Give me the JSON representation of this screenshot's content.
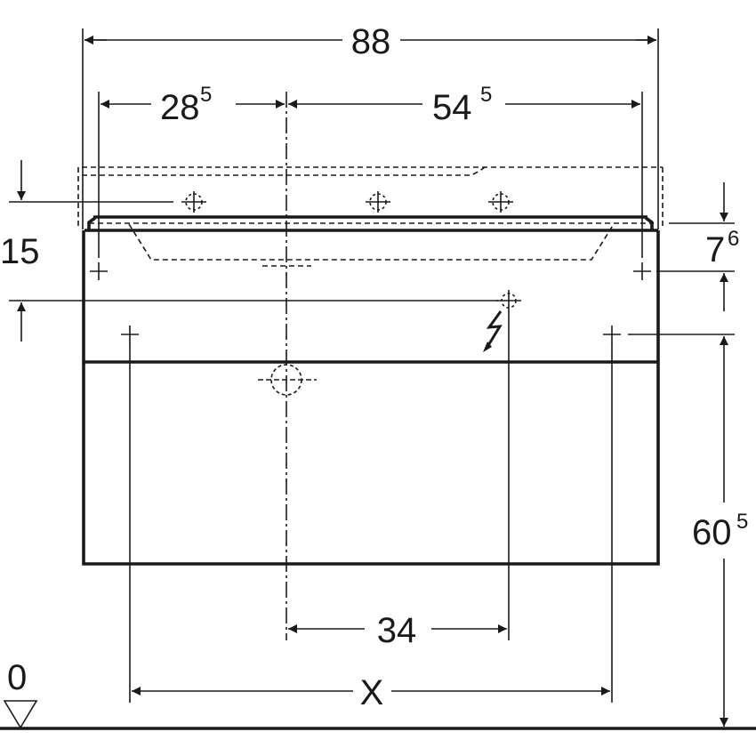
{
  "drawing": {
    "title": "Vanity unit with washbasin – front view dimension drawing",
    "stroke_color": "#1a1a1a",
    "background": "#ffffff"
  },
  "dimensions": {
    "overall_width": {
      "main": "88",
      "sup": ""
    },
    "left_to_center": {
      "main": "28",
      "sup": "5"
    },
    "center_to_right": {
      "main": "54",
      "sup": "5"
    },
    "left_height": {
      "main": "15",
      "sup": ""
    },
    "right_offset": {
      "main": "7",
      "sup": "6"
    },
    "height_from_floor": {
      "main": "60",
      "sup": "5"
    },
    "center_to_socket": {
      "main": "34",
      "sup": ""
    },
    "fixing_distance": {
      "main": "X",
      "sup": ""
    },
    "floor_level": {
      "main": "0",
      "sup": ""
    }
  },
  "symbols": {
    "electrical": "lightning-bolt",
    "fixing_points": "crosshair-marks",
    "drain": "drain-circle"
  }
}
